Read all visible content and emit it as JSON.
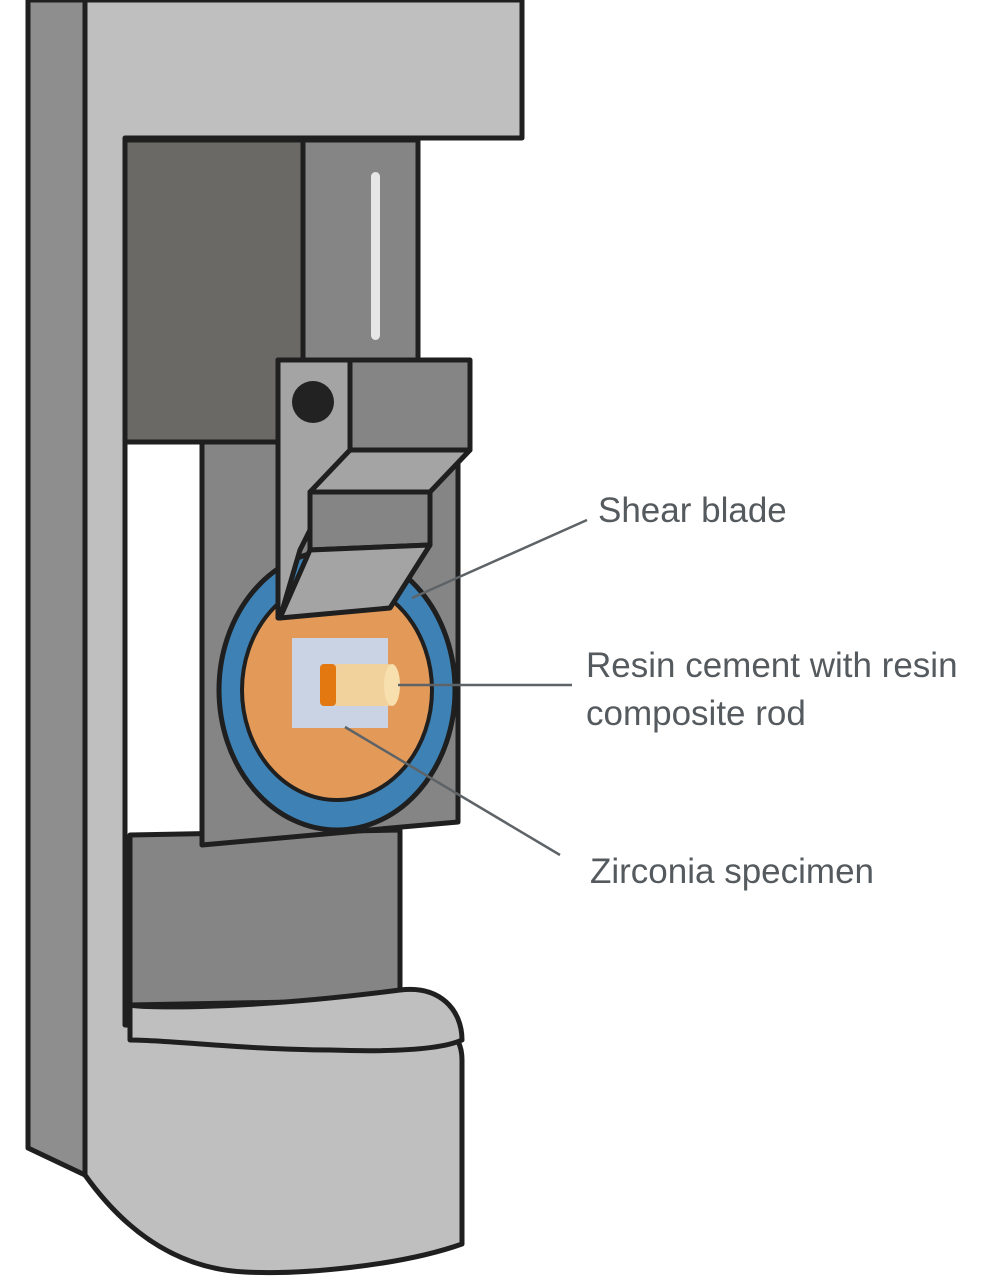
{
  "labels": {
    "shear_blade": "Shear blade",
    "resin_cement_line1": "Resin cement with resin",
    "resin_cement_line2": "composite rod",
    "zirconia_specimen": "Zirconia specimen"
  },
  "colors": {
    "frame_light": "#bfbfbf",
    "frame_side": "#8e8e8e",
    "dark_panel": "#6b6966",
    "mid_gray": "#858585",
    "blade_light": "#a4a4a4",
    "outline": "#1f1f1f",
    "ring_blue": "#3e82b5",
    "mount_orange": "#e39a59",
    "specimen_blue": "#c9d3e4",
    "rod_tan": "#f2d29c",
    "cement_orange": "#e2780f",
    "leader_line": "#5e6367"
  },
  "icons": {
    "pivot": "pivot-pin-icon"
  }
}
